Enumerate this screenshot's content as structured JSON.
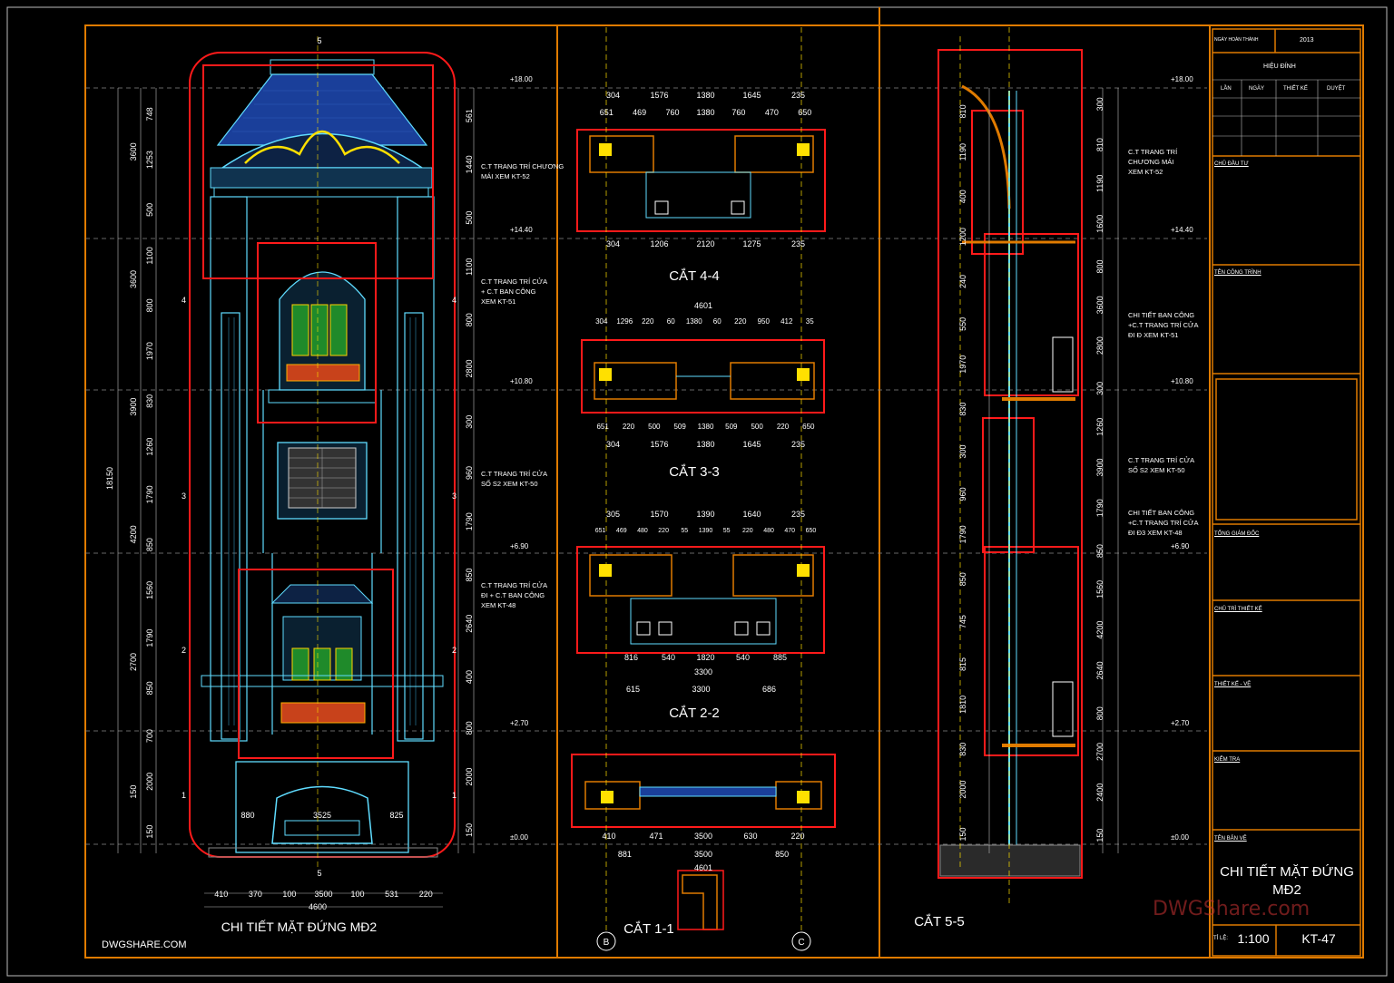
{
  "titles": {
    "elevation": "CHI TIẾT MẶT ĐỨNG MĐ2",
    "sec44": "CẮT 4-4",
    "sec33": "CẮT 3-3",
    "sec22": "CẮT 2-2",
    "sec11": "CẮT 1-1",
    "sec55": "CẮT 5-5",
    "site": "DWGSHARE.COM"
  },
  "levels": [
    "+18.00",
    "+14.40",
    "+10.80",
    "+6.90",
    "+2.70",
    "±0.00"
  ],
  "notes": {
    "n1": [
      "C.T TRANG TRÍ CHƯƠNG",
      "MÁI XEM KT-52"
    ],
    "n2": [
      "C.T TRANG TRÍ CỬA",
      "+ C.T BAN CÔNG",
      "XEM KT-51"
    ],
    "n3": [
      "C.T TRANG TRÍ CỬA",
      "SỐ S2 XEM KT-50"
    ],
    "n4": [
      "C.T TRANG TRÍ CỬA",
      "ĐI + C.T BAN CÔNG",
      "XEM KT-48"
    ],
    "r1": [
      "C.T TRANG TRÍ",
      "CHƯƠNG MÁI",
      "XEM KT-52"
    ],
    "r2": [
      "CHI TIẾT BAN CÔNG",
      "+C.T TRANG TRÍ CỬA",
      "ĐI Đ XEM KT-51"
    ],
    "r3": [
      "C.T TRANG TRÍ CỬA",
      "SỐ S2 XEM KT-50"
    ],
    "r4": [
      "CHI TIẾT BAN CÔNG",
      "+C.T TRANG TRÍ CỬA",
      "ĐI Đ3 XEM KT-48"
    ]
  },
  "dims": {
    "left_total": "18150",
    "left_a": [
      "3600",
      "3600",
      "3900",
      "4200",
      "2700",
      "150"
    ],
    "left_b": [
      "748",
      "1253",
      "500",
      "1100",
      "800",
      "1970",
      "830",
      "1260",
      "1790",
      "850",
      "1560",
      "1790",
      "850",
      "700",
      "2000",
      "150"
    ],
    "right_c": [
      "561",
      "1440",
      "500",
      "1100",
      "800",
      "2800",
      "300",
      "960",
      "1790",
      "850",
      "2640",
      "400",
      "800",
      "2000",
      "150"
    ],
    "bottom": [
      "410",
      "370",
      "100",
      "3500",
      "100",
      "531",
      "220"
    ],
    "bottom_total": "4600",
    "garage": [
      "880",
      "3525",
      "825"
    ],
    "s44_top": [
      "304",
      "1576",
      "1380",
      "1645",
      "235"
    ],
    "s44_top2": [
      "651",
      "469",
      "760",
      "1380",
      "760",
      "470",
      "650"
    ],
    "s44_bot": [
      "304",
      "1206",
      "2120",
      "1275",
      "235"
    ],
    "s33_total": "4601",
    "s33_top": [
      "304",
      "1296",
      "220",
      "60",
      "1380",
      "60",
      "220",
      "950",
      "412",
      "35"
    ],
    "s33_bot": [
      "651",
      "220",
      "500",
      "509",
      "1380",
      "509",
      "500",
      "220",
      "650"
    ],
    "s33_bot2": [
      "304",
      "1576",
      "1380",
      "1645",
      "235"
    ],
    "s22_top": [
      "305",
      "1570",
      "1390",
      "1640",
      "235"
    ],
    "s22_top2": [
      "651",
      "469",
      "480",
      "220",
      "55",
      "1390",
      "55",
      "220",
      "480",
      "470",
      "650"
    ],
    "s22_bot": [
      "816",
      "540",
      "1820",
      "540",
      "885"
    ],
    "s22_bot2": [
      "3300"
    ],
    "s22_bot3": [
      "615",
      "3300",
      "686"
    ],
    "s11_bot": [
      "410",
      "471",
      "3500",
      "630",
      "220"
    ],
    "s11_bot2": [
      "881",
      "3500",
      "850"
    ],
    "s11_total": "4601",
    "r_left": [
      "810",
      "1190",
      "400",
      "1200",
      "240",
      "550",
      "1970",
      "830",
      "300",
      "960",
      "1790",
      "850",
      "745",
      "815",
      "1810",
      "830",
      "2000",
      "150"
    ],
    "r_right": [
      "300",
      "810",
      "1190",
      "1600",
      "800",
      "3600",
      "2800",
      "300",
      "1260",
      "3900",
      "1790",
      "850",
      "1560",
      "4200",
      "2640",
      "800",
      "2700",
      "2400",
      "150"
    ]
  },
  "title_block": {
    "date_label": "NGÀY HOÀN THÀNH",
    "date_value": "2013",
    "revision": "HIỆU ĐÍNH",
    "rev_cols": [
      "LẦN",
      "NGÀY",
      "THIẾT KẾ",
      "DUYỆT"
    ],
    "owner": "CHỦ ĐẦU TƯ",
    "project": "TÊN CÔNG TRÌNH",
    "director": "TỔNG GIÁM ĐỐC",
    "chief": "CHỦ TRÌ THIẾT KẾ",
    "designer": "THIẾT KẾ - VẼ",
    "checker": "KIỂM TRA",
    "drawing_name_label": "TÊN BẢN VẼ",
    "drawing_name": [
      "CHI TIẾT MẶT ĐỨNG",
      "MĐ2"
    ],
    "scale_label": "TỈ LỆ:",
    "scale": "1:100",
    "sheet": "KT-47"
  },
  "watermark": "DWGShare.com",
  "grid": [
    "5",
    "4",
    "3",
    "2",
    "1",
    "5",
    "B",
    "C"
  ],
  "colors": {
    "frame": "#e07b00",
    "red": "#ff1a1a",
    "cyan": "#5fdcff",
    "yellow": "#ffe000",
    "green": "#1f8a2a",
    "blue": "#1a3f9a",
    "gray": "#cfcfcf"
  }
}
